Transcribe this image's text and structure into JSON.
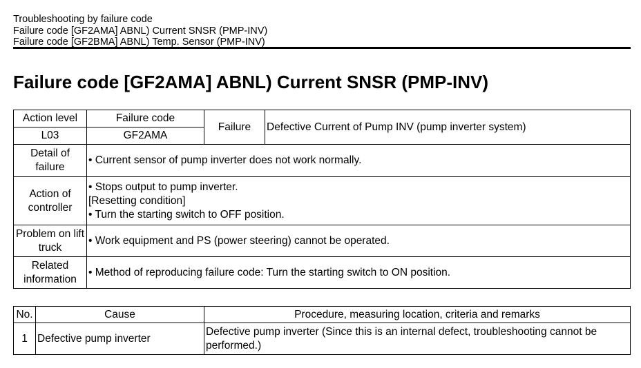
{
  "header": {
    "line1": "Troubleshooting by failure code",
    "line2": "Failure code [GF2AMA] ABNL) Current SNSR (PMP-INV)",
    "line3": "Failure code [GF2BMA] ABNL) Temp. Sensor (PMP-INV)"
  },
  "title": "Failure code [GF2AMA] ABNL) Current SNSR (PMP-INV)",
  "info": {
    "action_level_label": "Action level",
    "action_level": "L03",
    "failure_code_label": "Failure code",
    "failure_code": "GF2AMA",
    "failure_label": "Failure",
    "failure": "Defective Current of Pump INV (pump inverter system)",
    "detail_label": "Detail of failure",
    "detail": "•   Current sensor of pump inverter does not work normally.",
    "action_label": "Action of controller",
    "action_1": "•   Stops output to pump inverter.",
    "action_2": "[Resetting condition]",
    "action_3": "•   Turn the starting switch to OFF position.",
    "problem_label": "Problem on lift truck",
    "problem": "•   Work equipment and PS (power steering) cannot be operated.",
    "related_label": "Related information",
    "related": "•   Method of reproducing failure code: Turn the starting switch to ON position."
  },
  "causes": {
    "headers": [
      "No.",
      "Cause",
      "Procedure, measuring location, criteria and remarks"
    ],
    "rows": [
      {
        "no": "1",
        "cause": "Defective pump inverter",
        "procedure": "Defective pump inverter (Since this is an internal defect, troubleshooting cannot be performed.)"
      }
    ]
  }
}
